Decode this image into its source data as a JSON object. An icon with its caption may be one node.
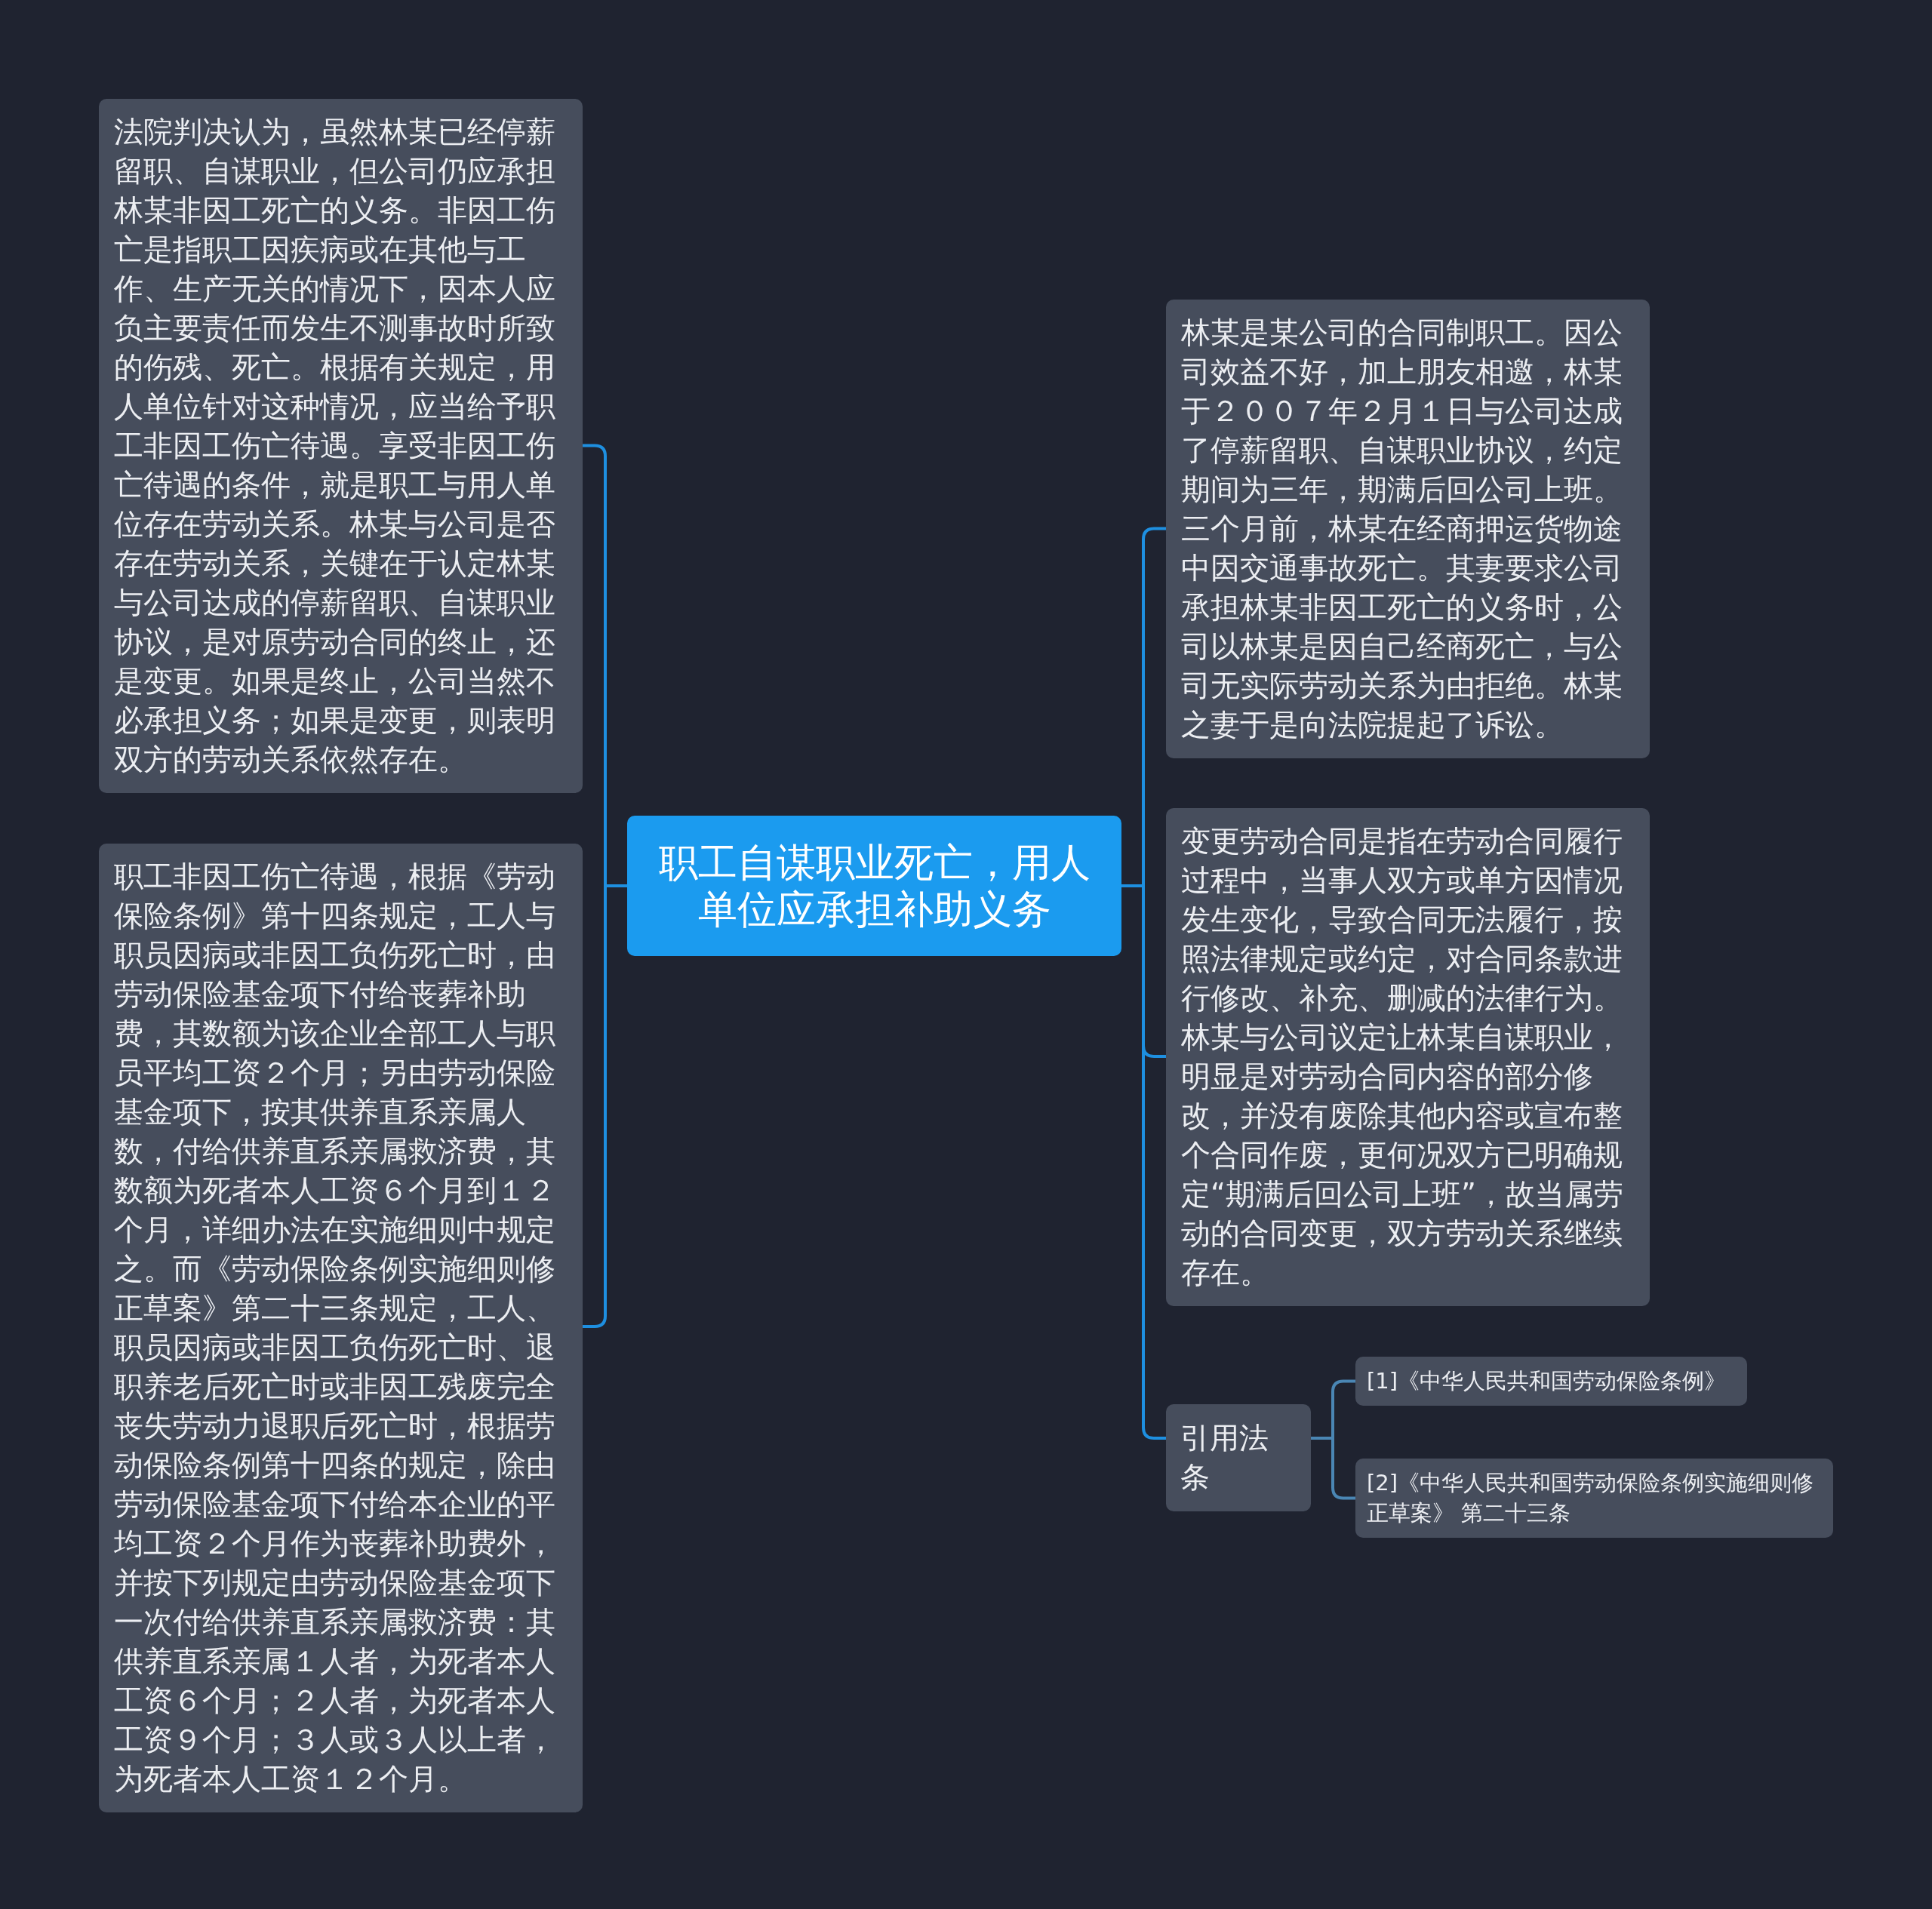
{
  "diagram": {
    "nodes": [
      {
        "text": [
          "职工自谋职业死亡，用人单位应承担补助义务"
        ]
      },
      {
        "text": [
          "法院判决认为，虽然林某已经停薪留职、自谋职业，但公司仍应承担林某非因工死亡的义务。非因工伤亡是指职工因疾病或在其他与工作、生产无关的情况下，因本人应负主要责任而发生不测事故时所致的伤残、死亡。根据有关规定，用人单位针对这种情况，应当给予职工非因工伤亡待遇。享受非因工伤亡待遇的条件，就是职工与用人单位存在劳动关系。林某与公司是否存在劳动关系，关键在于认定林某与公司达成的停薪留职、自谋职业协议，是对原劳动合同的终止，还是变更。如果是终止，公司当然不必承担义务；如果是变更，则表明双方的劳动关系依然存在。"
        ]
      },
      {
        "text": [
          "职工非因工伤亡待遇，根据《劳动保险条例》第十四条规定，工人与职员因病或非因工负伤死亡时，由劳动保险基金项下付给丧葬补助费，其数额为该企业全部工人与职员平均工资２个月；另由劳动保险基金项下，按其供养直系亲属人数，付给供养直系亲属救济费，其数额为死者本人工资６个月到１２个月，详细办法在实施细则中规定之。而《劳动保险条例实施细则修正草案》第二十三条规定，工人、职员因病或非因工负伤死亡时、退职养老后死亡时或非因工残废完全丧失劳动力退职后死亡时，根据劳动保险条例第十四条的规定，除由劳动保险基金项下付给本企业的平均工资２个月作为丧葬补助费外，并按下列规定由劳动保险基金项下一次付给供养直系亲属救济费：其供养直系亲属１人者，为死者本人工资６个月；２人者，为死者本人工资９个月；３人或３人以上者，为死者本人工资１２个月。"
        ]
      },
      {
        "text": [
          "林某是某公司的合同制职工。因公司效益不好，加上朋友相邀，林某于２００７年２月１日与公司达成了停薪留职、自谋职业协议，约定期间为三年，期满后回公司上班。三个月前，林某在经商押运货物途中因交通事故死亡。其妻要求公司承担林某非因工死亡的义务时，公司以林某是因自己经商死亡，与公司无实际劳动关系为由拒绝。林某之妻于是向法院提起了诉讼。"
        ]
      },
      {
        "text": [
          "变更劳动合同是指在劳动合同履行过程中，当事人双方或单方因情况发生变化，导致合同无法履行，按照法律规定或约定，对合同条款进行修改、补充、删减的法律行为。林某与公司议定让林某自谋职业，明显是对劳动合同内容的部分修改，并没有废除其他内容或宣布整个合同作废，更何况双方已明确规定“期满后回公司上班”，故当属劳动的合同变更，双方劳动关系继续存在。"
        ]
      },
      {
        "text": [
          "引用法条"
        ]
      },
      {
        "text": [
          "[1]《中华人民共和国劳动保险条例》"
        ]
      },
      {
        "text": [
          "[2]《中华人民共和国劳动保险条例实施细则修正草案》 第二十三条"
        ]
      }
    ],
    "edges": [
      {
        "from": 0,
        "to": 1,
        "arrow": "none"
      },
      {
        "from": 0,
        "to": 2,
        "arrow": "none"
      },
      {
        "from": 0,
        "to": 3,
        "arrow": "none"
      },
      {
        "from": 0,
        "to": 4,
        "arrow": "none"
      },
      {
        "from": 0,
        "to": 5,
        "arrow": "none"
      },
      {
        "from": 5,
        "to": 6,
        "arrow": "none",
        "color": "#4a86b4"
      },
      {
        "from": 5,
        "to": 7,
        "arrow": "none",
        "color": "#4a86b4"
      }
    ]
  }
}
